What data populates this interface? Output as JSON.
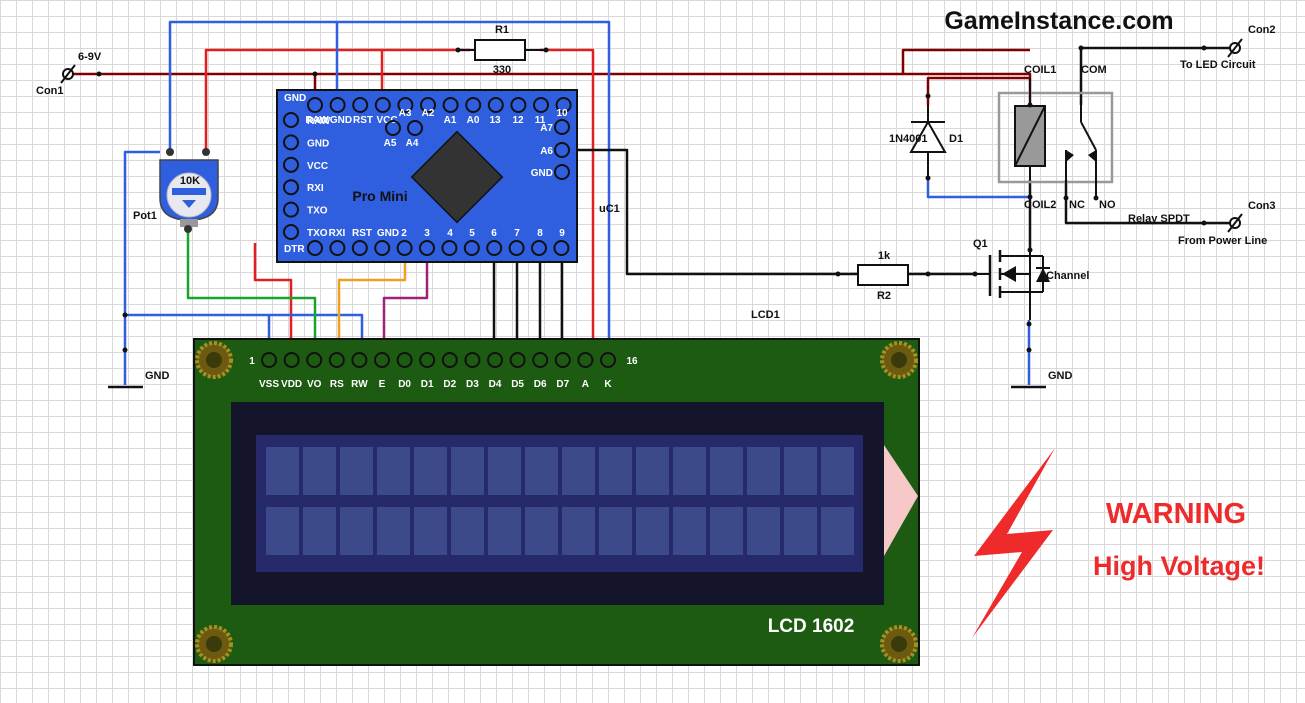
{
  "site_title": "GameInstance.com",
  "connectors": {
    "con1": {
      "label": "Con1",
      "voltage": "6-9V"
    },
    "con2": {
      "label": "Con2",
      "desc": "To LED Circuit"
    },
    "con3": {
      "label": "Con3",
      "desc": "From Power Line"
    }
  },
  "ground_labels": {
    "left": "GND",
    "right": "GND"
  },
  "resistors": {
    "r1": {
      "name": "R1",
      "value": "330"
    },
    "r2": {
      "name": "R2",
      "value": "1k"
    }
  },
  "pot": {
    "name": "Pot1",
    "value": "10K"
  },
  "mcu": {
    "board": "Pro Mini",
    "ref": "uC1",
    "top_pins": [
      "RAW",
      "GND",
      "RST",
      "VCC",
      "A3",
      "A2",
      "A1",
      "A0",
      "13",
      "12",
      "11",
      "10"
    ],
    "top_left_label": "GND",
    "left_pins": [
      "RAW",
      "GND",
      "VCC",
      "RXI",
      "TXO",
      "TXO"
    ],
    "bottom_pins": [
      "RXI",
      "RST",
      "GND",
      "2",
      "3",
      "4",
      "5",
      "6",
      "7",
      "8",
      "9"
    ],
    "bottom_left_label": "DTR",
    "inner_pins": [
      "A5",
      "A4"
    ],
    "right_pins": [
      "A7",
      "A6",
      "GND"
    ]
  },
  "lcd": {
    "ref": "LCD1",
    "model": "LCD 1602",
    "pin_first": "1",
    "pin_last": "16",
    "pins": [
      "VSS",
      "VDD",
      "VO",
      "RS",
      "RW",
      "E",
      "D0",
      "D1",
      "D2",
      "D3",
      "D4",
      "D5",
      "D6",
      "D7",
      "A",
      "K"
    ]
  },
  "diode": {
    "part": "1N4001",
    "ref": "D1"
  },
  "relay": {
    "coil1": "COIL1",
    "coil2": "COIL2",
    "com": "COM",
    "nc": "NC",
    "no": "NO",
    "desc": "Relay SPDT"
  },
  "mosfet": {
    "ref": "Q1",
    "type": "Channel"
  },
  "warning": {
    "title": "WARNING",
    "subtitle": "High Voltage!"
  },
  "colors": {
    "power": "#e02020",
    "main_line": "#800000",
    "ground": "#2f5fdf",
    "signal": "#111111",
    "board": "#2f5fdf",
    "lcd_board": "#1d5a12",
    "screen": "#262a6a",
    "warning": "#ee2a2a"
  }
}
